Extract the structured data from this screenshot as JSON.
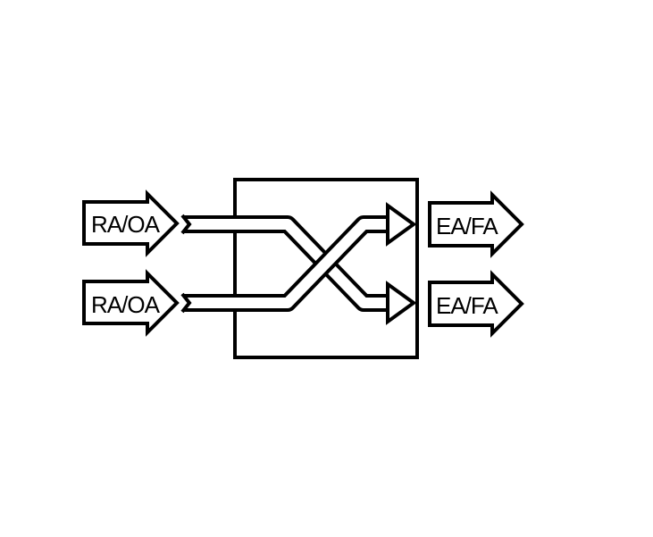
{
  "diagram": {
    "inputs": [
      {
        "label": "RA/OA"
      },
      {
        "label": "RA/OA"
      }
    ],
    "outputs": [
      {
        "label": "EA/FA"
      },
      {
        "label": "EA/FA"
      }
    ],
    "colors": {
      "line": "#000000",
      "fill": "#ffffff"
    }
  }
}
